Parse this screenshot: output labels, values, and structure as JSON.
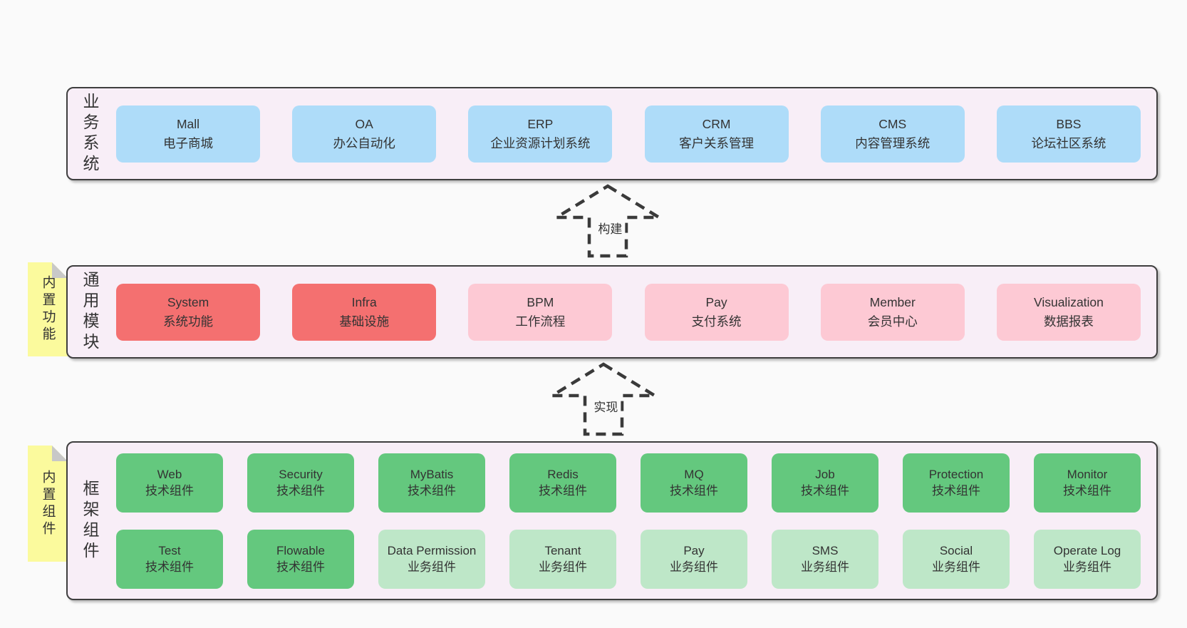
{
  "colors": {
    "page_bg": "#fafafa",
    "band_bg": "#f8eef7",
    "band_border": "#3e3e3e",
    "blue": "#aedcf9",
    "red": "#f47070",
    "pink": "#fdc9d4",
    "green_dark": "#64c87e",
    "green_light": "#bee7c8",
    "sticky_yellow": "#fbfa9d",
    "sticky_fold_gray": "#c8c8c8",
    "text": "#333333"
  },
  "arrows": [
    {
      "label": "构建"
    },
    {
      "label": "实现"
    }
  ],
  "bands": [
    {
      "label": "业务系统",
      "boxes": [
        {
          "en": "Mall",
          "zh": "电子商城"
        },
        {
          "en": "OA",
          "zh": "办公自动化"
        },
        {
          "en": "ERP",
          "zh": "企业资源计划系统"
        },
        {
          "en": "CRM",
          "zh": "客户关系管理"
        },
        {
          "en": "CMS",
          "zh": "内容管理系统"
        },
        {
          "en": "BBS",
          "zh": "论坛社区系统"
        }
      ]
    },
    {
      "label": "通用模块",
      "sticky": "内置功能",
      "boxes": [
        {
          "en": "System",
          "zh": "系统功能"
        },
        {
          "en": "Infra",
          "zh": "基础设施"
        },
        {
          "en": "BPM",
          "zh": "工作流程"
        },
        {
          "en": "Pay",
          "zh": "支付系统"
        },
        {
          "en": "Member",
          "zh": "会员中心"
        },
        {
          "en": "Visualization",
          "zh": "数据报表"
        }
      ]
    },
    {
      "label": "框架组件",
      "sticky": "内置组件",
      "row1": [
        {
          "en": "Web",
          "zh": "技术组件"
        },
        {
          "en": "Security",
          "zh": "技术组件"
        },
        {
          "en": "MyBatis",
          "zh": "技术组件"
        },
        {
          "en": "Redis",
          "zh": "技术组件"
        },
        {
          "en": "MQ",
          "zh": "技术组件"
        },
        {
          "en": "Job",
          "zh": "技术组件"
        },
        {
          "en": "Protection",
          "zh": "技术组件"
        },
        {
          "en": "Monitor",
          "zh": "技术组件"
        }
      ],
      "row2": [
        {
          "en": "Test",
          "zh": "技术组件"
        },
        {
          "en": "Flowable",
          "zh": "技术组件"
        },
        {
          "en": "Data Permission",
          "zh": "业务组件"
        },
        {
          "en": "Tenant",
          "zh": "业务组件"
        },
        {
          "en": "Pay",
          "zh": "业务组件"
        },
        {
          "en": "SMS",
          "zh": "业务组件"
        },
        {
          "en": "Social",
          "zh": "业务组件"
        },
        {
          "en": "Operate Log",
          "zh": "业务组件"
        }
      ]
    }
  ]
}
